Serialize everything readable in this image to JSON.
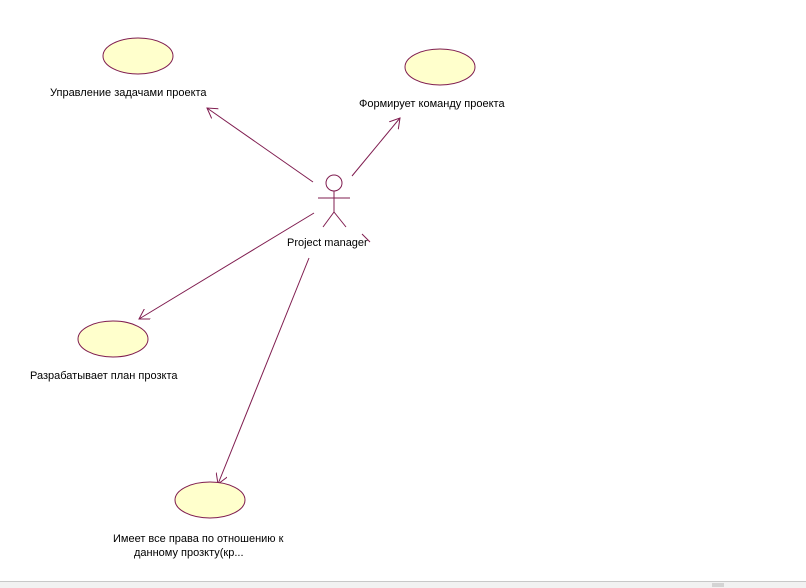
{
  "diagram": {
    "colors": {
      "line": "#7f1c4f",
      "ellipse_fill": "#ffffcc",
      "ellipse_stroke": "#7f1c4f",
      "text": "#000000"
    },
    "actor": {
      "name": "Project manager",
      "icon": "stick-figure-actor-icon"
    },
    "use_cases": [
      {
        "id": "uc1",
        "label": "Управление задачами проекта"
      },
      {
        "id": "uc2",
        "label": "Формирует команду проекта"
      },
      {
        "id": "uc3",
        "label": "Разрабатывает план прозкта"
      },
      {
        "id": "uc4",
        "label_lines": [
          "Имеет все права по отношению к",
          "данному прозкту(кр..."
        ]
      }
    ]
  }
}
